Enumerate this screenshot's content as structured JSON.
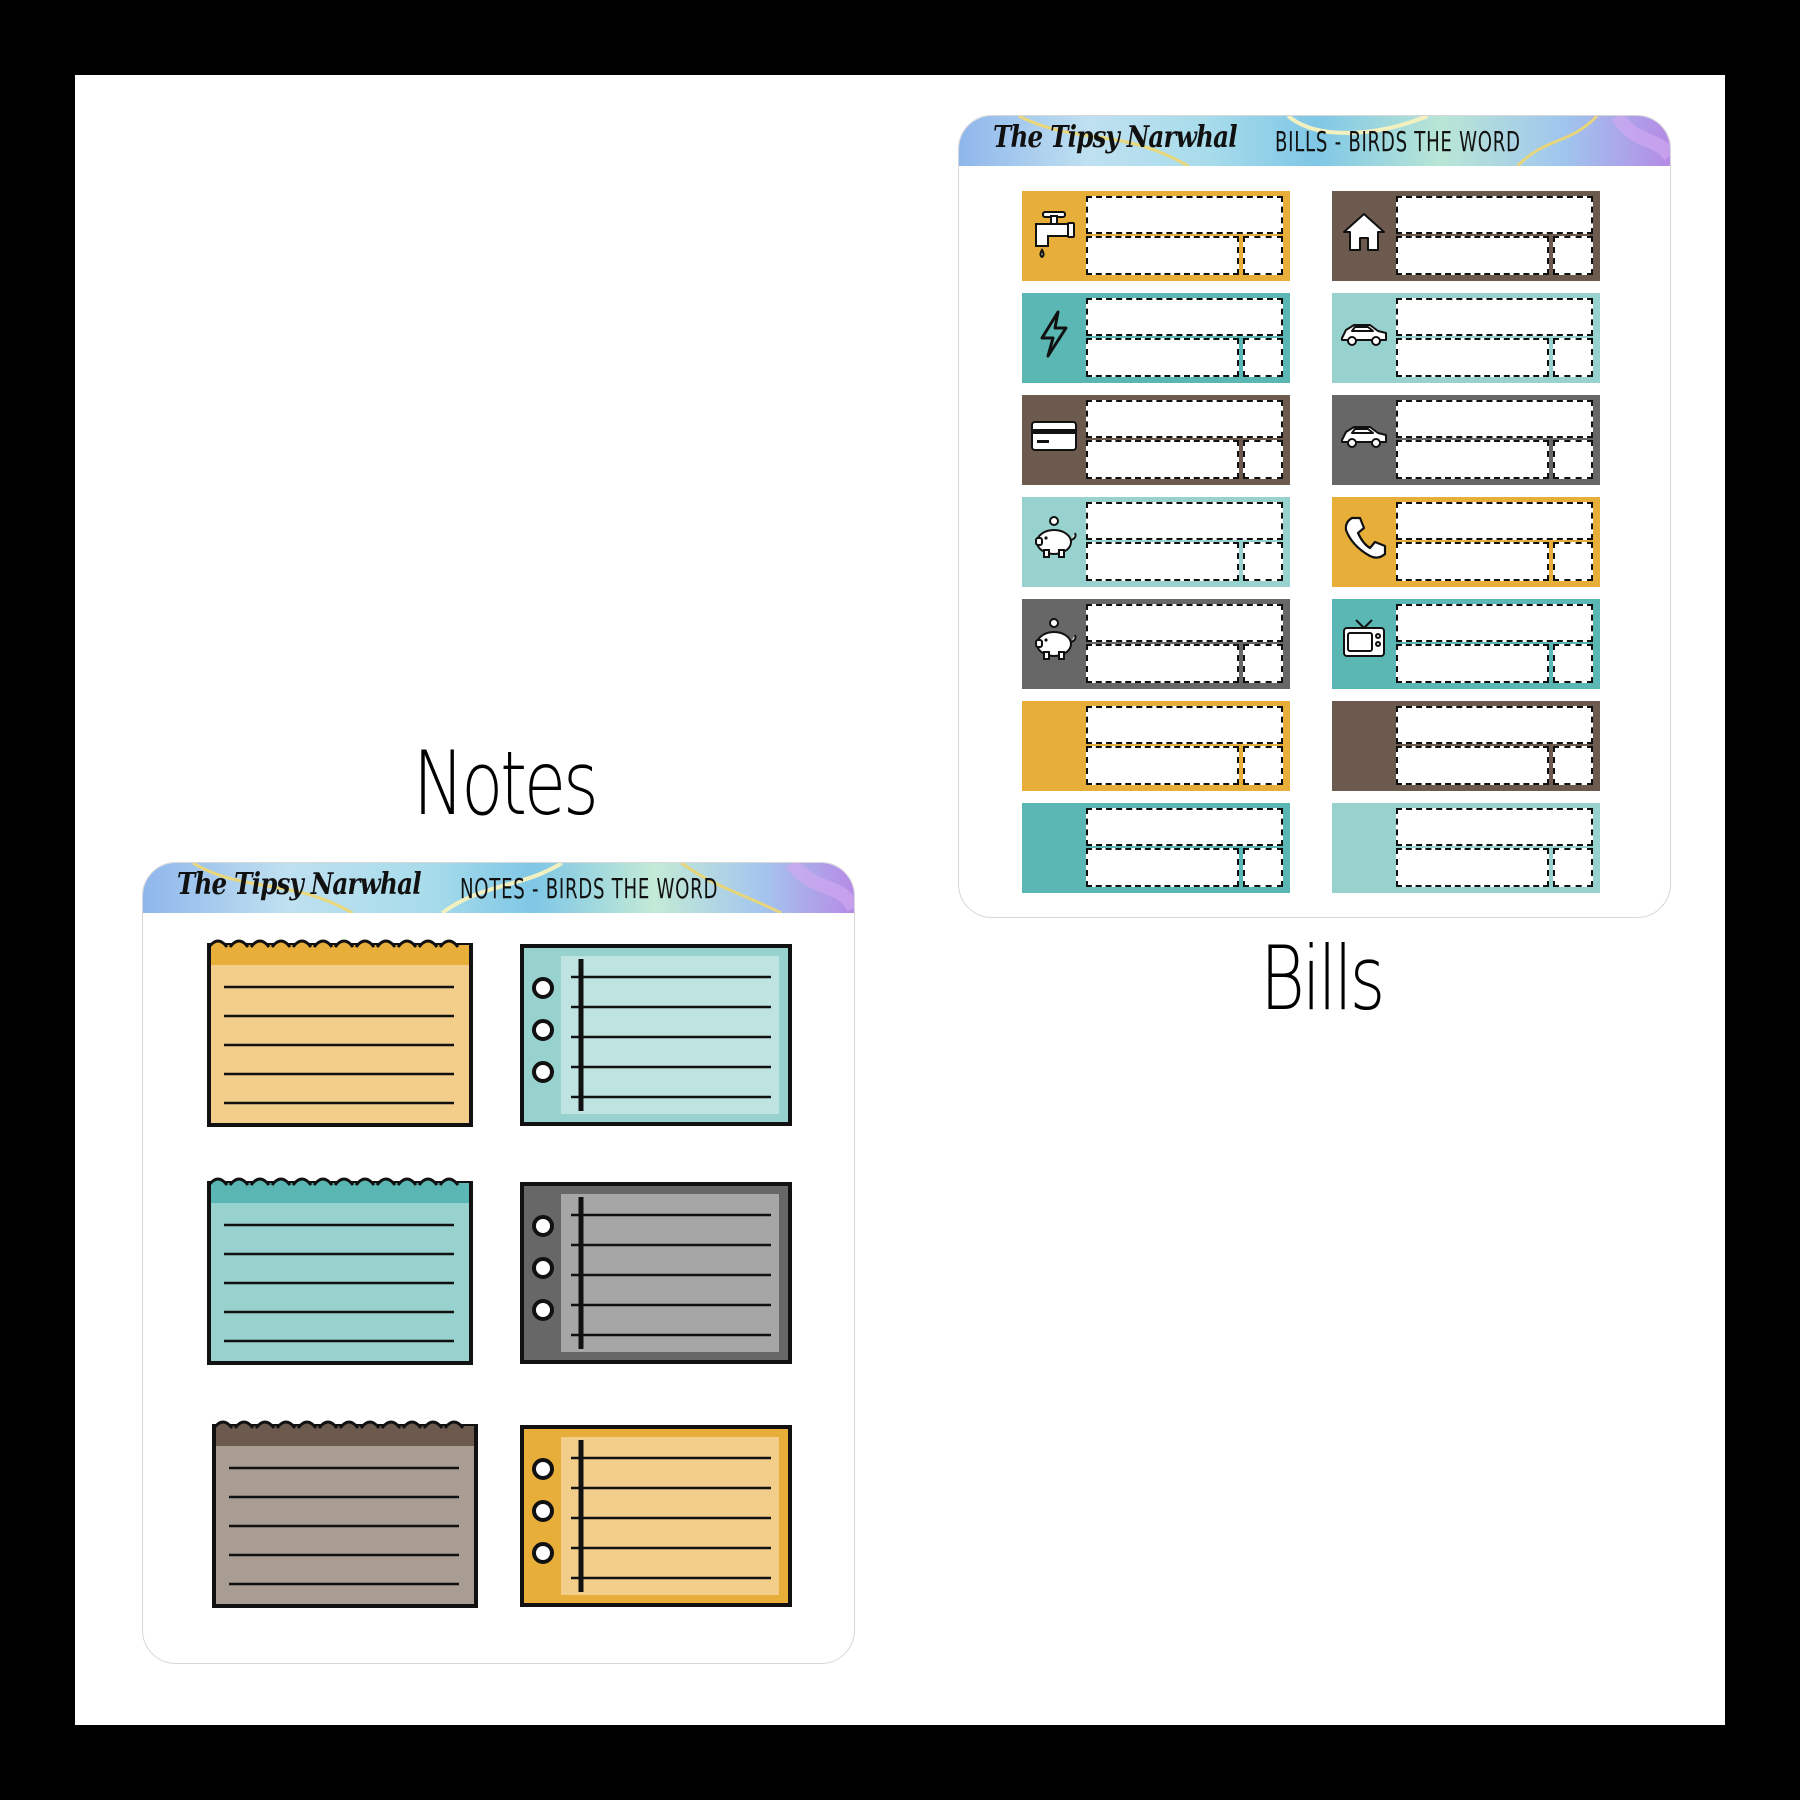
{
  "captions": {
    "notes": "Notes",
    "bills": "Bills"
  },
  "bills_sheet": {
    "brand": "The Tipsy Narwhal",
    "title": "BILLS - BIRDS THE WORD",
    "stickers": [
      {
        "color": "#E7AE3A",
        "icon": "water-faucet-icon"
      },
      {
        "color": "#6B5A4D",
        "icon": "house-icon"
      },
      {
        "color": "#5BB7B3",
        "icon": "lightning-bolt-icon"
      },
      {
        "color": "#98D2CE",
        "icon": "car-icon"
      },
      {
        "color": "#6B5A4D",
        "icon": "credit-card-icon"
      },
      {
        "color": "#676767",
        "icon": "car-icon"
      },
      {
        "color": "#98D2CE",
        "icon": "piggy-bank-icon"
      },
      {
        "color": "#E7AE3A",
        "icon": "phone-icon"
      },
      {
        "color": "#676767",
        "icon": "piggy-bank-icon"
      },
      {
        "color": "#5BB7B3",
        "icon": "television-icon"
      },
      {
        "color": "#E7AE3A",
        "icon": ""
      },
      {
        "color": "#6B5A4D",
        "icon": ""
      },
      {
        "color": "#5BB7B3",
        "icon": ""
      },
      {
        "color": "#98D2CE",
        "icon": ""
      }
    ]
  },
  "notes_sheet": {
    "brand": "The Tipsy Narwhal",
    "title": "NOTES - BIRDS THE WORD",
    "stickers": [
      {
        "style": "torn-pad",
        "fill": "#F2CE8A",
        "accent": "#E7AE3A"
      },
      {
        "style": "ringed",
        "fill": "#BFE3E1",
        "accent": "#98D2CE"
      },
      {
        "style": "torn-pad",
        "fill": "#98D2CE",
        "accent": "#5BB7B3"
      },
      {
        "style": "ringed",
        "fill": "#A6A6A6",
        "accent": "#676767"
      },
      {
        "style": "torn-pad",
        "fill": "#A89C93",
        "accent": "#6B5A4D"
      },
      {
        "style": "ringed",
        "fill": "#F2CE8A",
        "accent": "#E7AE3A"
      }
    ]
  }
}
